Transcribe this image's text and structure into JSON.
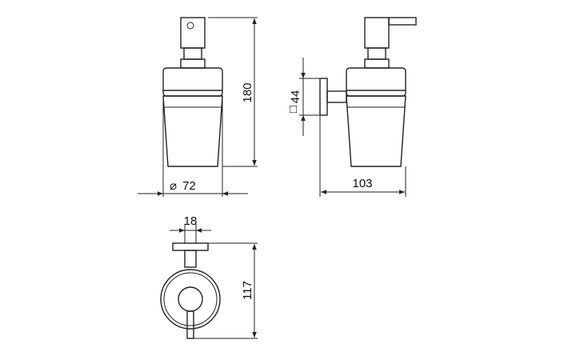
{
  "colors": {
    "line": "#222222",
    "background": "#ffffff"
  },
  "dimensions": {
    "front_height": "180",
    "diameter_symbol": "⌀",
    "diameter_value": "72",
    "side_square_symbol": "□",
    "side_plate": "44",
    "side_depth": "103",
    "top_plate_width": "18",
    "top_depth": "117"
  }
}
